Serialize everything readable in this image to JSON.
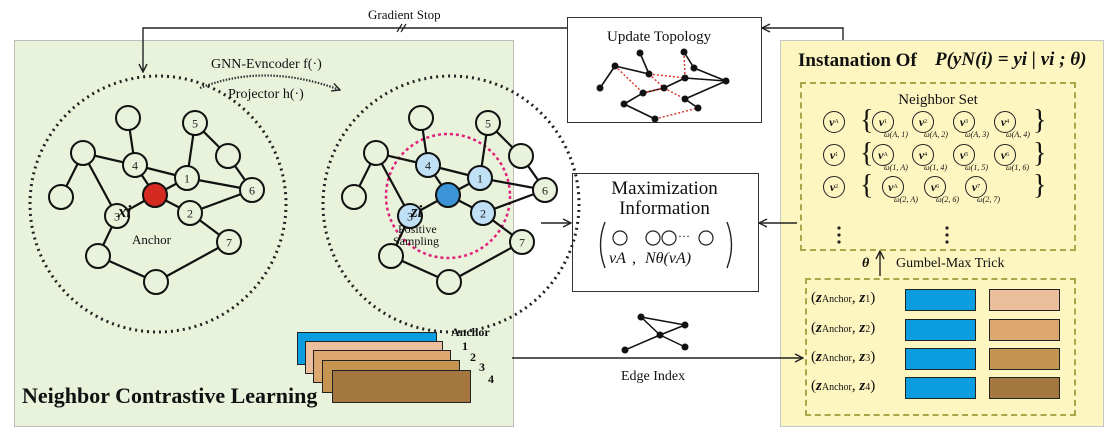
{
  "top_arrow": {
    "label": "Gradient Stop"
  },
  "left_panel": {
    "title": "Neighbor Contrastive Learning",
    "encoder_label": "GNN-Evncoder f(·)",
    "projector_label": "Projector  h(·)",
    "graph1": {
      "anchor_symbol": "xi",
      "anchor_label": "Anchor",
      "node_labels": [
        "1",
        "2",
        "3",
        "4",
        "5",
        "6",
        "7"
      ]
    },
    "graph2": {
      "anchor_symbol": "zi",
      "sampling_label_1": "Positive",
      "sampling_label_2": "Sampling",
      "node_labels": [
        "1",
        "2",
        "3",
        "4",
        "5",
        "6",
        "7"
      ]
    },
    "stack": {
      "labels": [
        "Anchor",
        "1",
        "2",
        "3",
        "4"
      ],
      "colors": [
        "#0a9ee0",
        "#ebbf9b",
        "#dca86f",
        "#c49450",
        "#a3773f"
      ]
    }
  },
  "update_topology": {
    "title": "Update Topology"
  },
  "max_info": {
    "line1": "Maximization",
    "line2": "Information",
    "formula_left": "vA",
    "formula_right": "Nθ(vA)"
  },
  "edge_index": {
    "label": "Edge Index"
  },
  "right_panel": {
    "title_prefix": "Instanation Of",
    "title_formula": "P(yN(i) = yi | vi ; θ)",
    "neighbor_set_title": "Neighbor Set",
    "rows": [
      {
        "node": "A",
        "neighbors": [
          {
            "node": "1",
            "weight": "ω(A, 1)"
          },
          {
            "node": "2",
            "weight": "ω(A, 2)"
          },
          {
            "node": "3",
            "weight": "ω(A, 3)"
          },
          {
            "node": "4",
            "weight": "ω(A, 4)"
          }
        ]
      },
      {
        "node": "1",
        "neighbors": [
          {
            "node": "A",
            "weight": "ω(1, A)"
          },
          {
            "node": "4",
            "weight": "ω(1, 4)"
          },
          {
            "node": "5",
            "weight": "ω(1, 5)"
          },
          {
            "node": "6",
            "weight": "ω(1, 6)"
          }
        ]
      },
      {
        "node": "2",
        "neighbors": [
          {
            "node": "A",
            "weight": "ω(2, A)"
          },
          {
            "node": "6",
            "weight": "ω(2, 6)"
          },
          {
            "node": "7",
            "weight": "ω(2, 7)"
          }
        ]
      }
    ],
    "theta_label": "θ",
    "gumbel_label": "Gumbel-Max Trick",
    "pairs": [
      {
        "left": "zAnchor",
        "right": "z1",
        "sub": "1",
        "color_a": "#0a9ee0",
        "color_b": "#ebbf9b"
      },
      {
        "left": "zAnchor",
        "right": "z2",
        "sub": "2",
        "color_a": "#0a9ee0",
        "color_b": "#dca86f"
      },
      {
        "left": "zAnchor",
        "right": "z3",
        "sub": "3",
        "color_a": "#0a9ee0",
        "color_b": "#c49450"
      },
      {
        "left": "zAnchor",
        "right": "z4",
        "sub": "4",
        "color_a": "#0a9ee0",
        "color_b": "#a3773f"
      }
    ]
  },
  "colors": {
    "green_panel": "#e9f2db",
    "yellow_panel": "#fdf6c0",
    "anchor_red": "#d42a22",
    "anchor_blue": "#3c93d6",
    "positive_light_blue": "#bfe0f5",
    "sampling_ring_pink": "#e0207a",
    "topology_dashed_red": "#e0302a"
  }
}
